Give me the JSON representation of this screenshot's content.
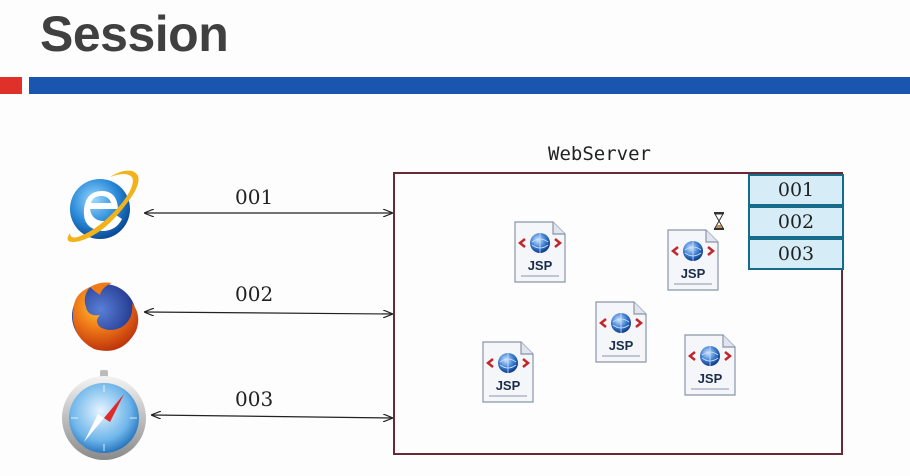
{
  "title": "Session",
  "server": {
    "label": "WebServer"
  },
  "sessions": [
    "001",
    "002",
    "003"
  ],
  "connections": [
    {
      "label": "001",
      "browser_icon": "internet-explorer-icon"
    },
    {
      "label": "002",
      "browser_icon": "firefox-icon"
    },
    {
      "label": "003",
      "browser_icon": "safari-icon"
    }
  ],
  "jsp_label": "JSP",
  "colors": {
    "accent_red": "#e0302a",
    "accent_blue": "#1a56b0",
    "server_border": "#6a2a35",
    "session_fill": "#d6ecf7",
    "session_border": "#176b8a"
  }
}
